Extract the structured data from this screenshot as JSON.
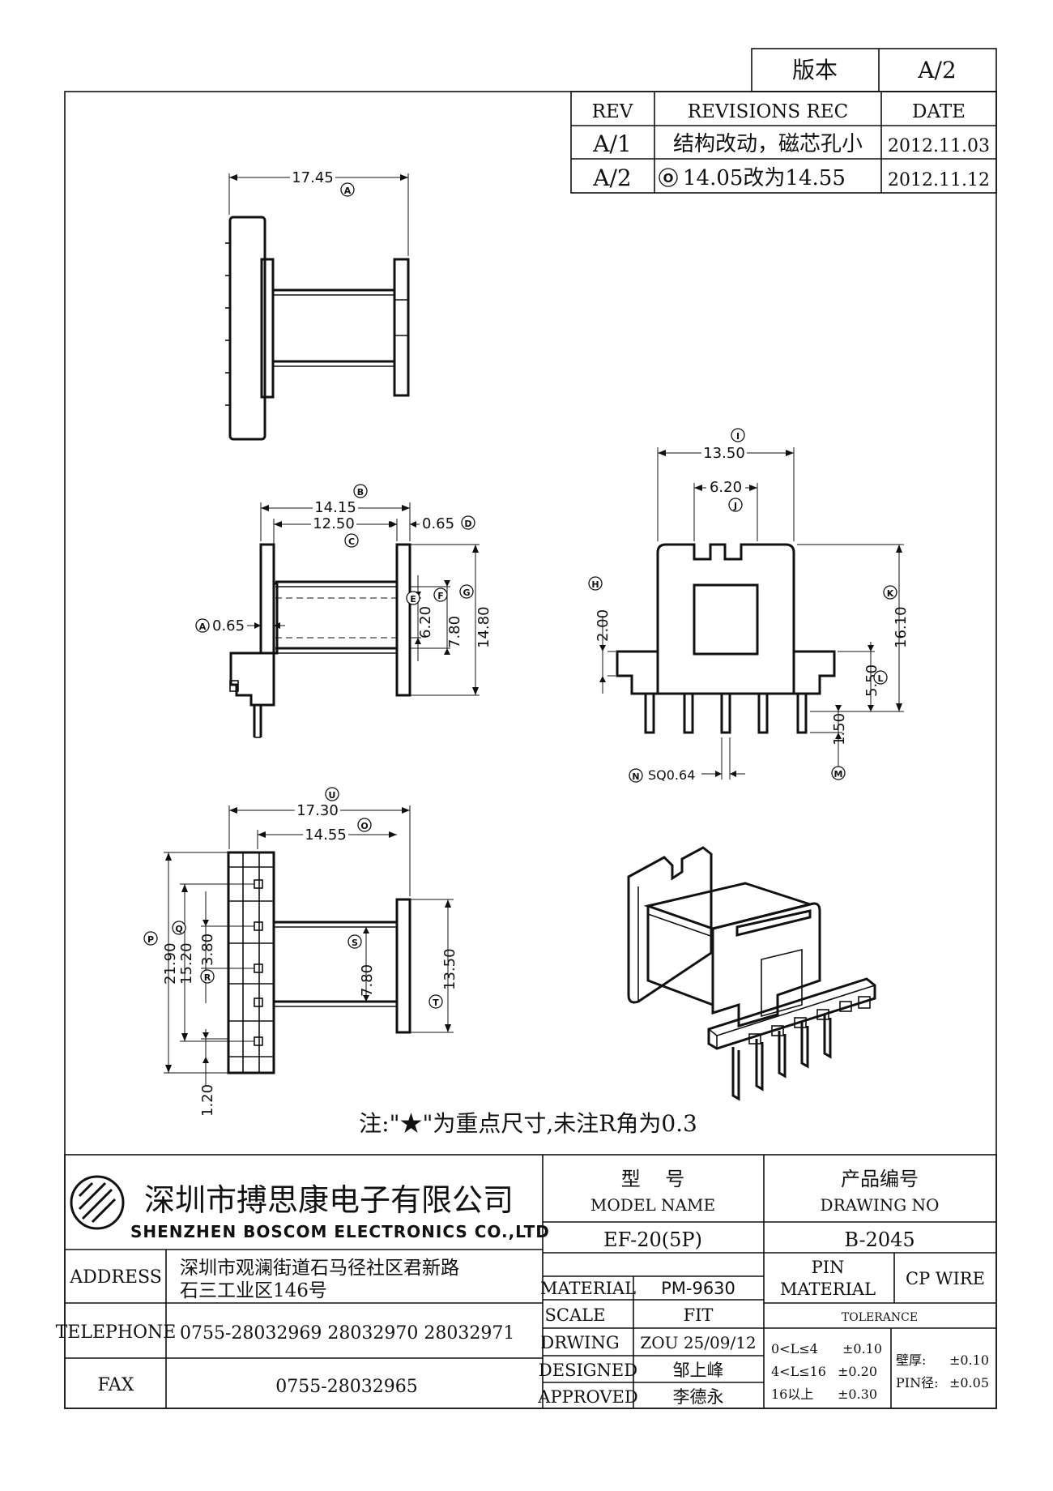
{
  "version": {
    "label": "版本",
    "value": "A/2"
  },
  "revisions": {
    "headers": [
      "REV",
      "REVISIONS REC",
      "DATE"
    ],
    "rows": [
      {
        "rev": "A/1",
        "rec": "结构改动，磁芯孔小",
        "date": "2012.11.03"
      },
      {
        "rev": "A/2",
        "rec_marker": "O",
        "rec": "14.05改为14.55",
        "date": "2012.11.12"
      }
    ]
  },
  "dimensions": {
    "top_view": {
      "width": "17.45",
      "width_marker": "A"
    },
    "side_view": {
      "b": "14.15",
      "b_marker": "B",
      "c": "12.50",
      "c_marker": "C",
      "d": "0.65",
      "d_marker": "D",
      "a": "0.65",
      "a_marker": "A",
      "e": "6.20",
      "e_marker": "E",
      "f": "7.80",
      "f_marker": "F",
      "g": "14.80",
      "g_marker": "G"
    },
    "front_view": {
      "i": "13.50",
      "i_marker": "I",
      "j": "6.20",
      "j_marker": "J",
      "h": "2.00",
      "h_marker": "H",
      "k": "16.10",
      "k_marker": "K",
      "l": "5.50",
      "l_marker": "L",
      "m": "1.50",
      "m_marker": "M",
      "n": "SQ0.64",
      "n_marker": "N"
    },
    "bottom_view": {
      "u": "17.30",
      "u_marker": "U",
      "o": "14.55",
      "o_marker": "O",
      "p": "21.90",
      "p_marker": "P",
      "q": "15.20",
      "q_marker": "Q",
      "r": "3.80",
      "r_marker": "R",
      "s": "7.80",
      "s_marker": "S",
      "t": "13.50",
      "t_marker": "T",
      "pitch": "1.20"
    }
  },
  "note": "注:\"★\"为重点尺寸,未注R角为0.3",
  "company": {
    "name_cn": "深圳市搏思康电子有限公司",
    "name_en": "SHENZHEN BOSCOM ELECTRONICS CO.,LTD"
  },
  "address": {
    "label": "ADDRESS",
    "line1": "深圳市观澜街道石马径社区君新路",
    "line2": "石三工业区146号"
  },
  "telephone": {
    "label": "TELEPHONE",
    "value": "0755-28032969 28032970 28032971"
  },
  "fax": {
    "label": "FAX",
    "value": "0755-28032965"
  },
  "model": {
    "label_cn": "型    号",
    "label_en": "MODEL NAME",
    "value": "EF-20(5P)"
  },
  "drawing": {
    "label_cn": "产品编号",
    "label_en": "DRAWING NO",
    "value": "B-2045"
  },
  "material": {
    "label": "MATERIAL",
    "value": "PM-9630"
  },
  "pin_material": {
    "label1": "PIN",
    "label2": "MATERIAL",
    "value": "CP WIRE"
  },
  "scale": {
    "label": "SCALE",
    "value": "FIT"
  },
  "drwing": {
    "label": "DRWING",
    "value": "ZOU 25/09/12"
  },
  "designed": {
    "label": "DESIGNED",
    "value": "邹上峰"
  },
  "approved": {
    "label": "APPROVED",
    "value": "李德永"
  },
  "tolerance": {
    "title": "TOLERANCE",
    "rows": [
      {
        "range": "0<L≤4",
        "value": "±0.10"
      },
      {
        "range": "4<L≤16",
        "value": "±0.20"
      },
      {
        "range": "16以上",
        "value": "±0.30"
      }
    ],
    "wall_label": "壁厚:",
    "wall_value": "±0.10",
    "pin_label": "PIN径:",
    "pin_value": "±0.05"
  }
}
